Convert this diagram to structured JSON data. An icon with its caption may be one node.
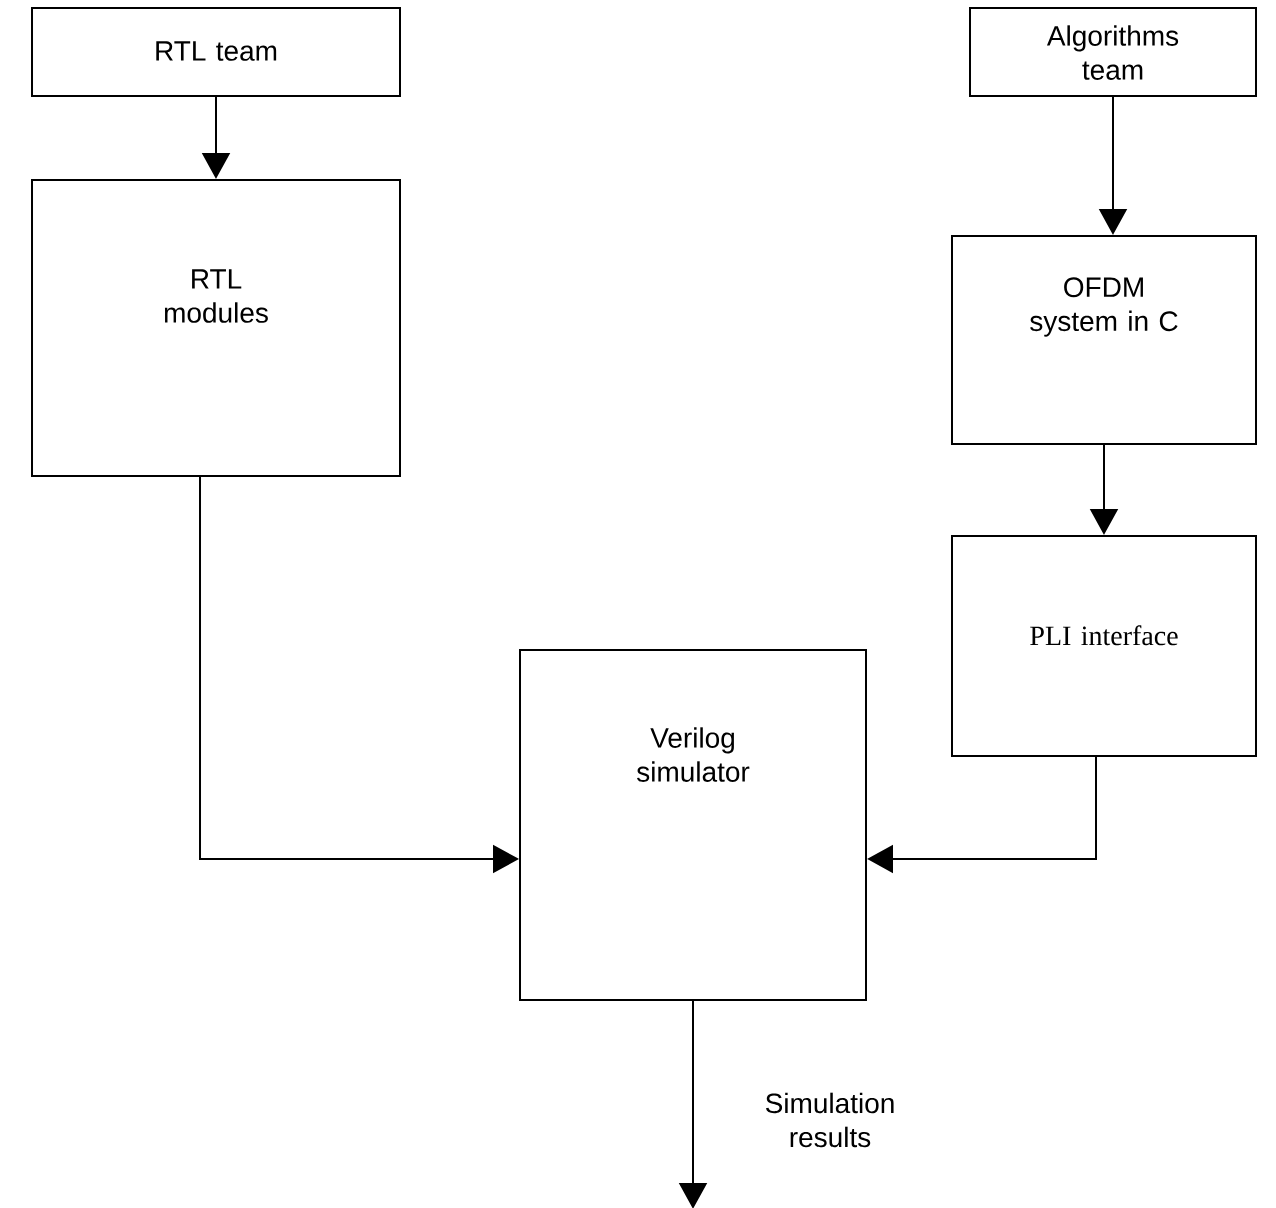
{
  "diagram": {
    "nodes": [
      {
        "text": [
          "RTL team"
        ]
      },
      {
        "text": [
          "RTL modules"
        ]
      },
      {
        "text": [
          "Algorithms team"
        ]
      },
      {
        "text": [
          "OFDM system in C"
        ]
      },
      {
        "text": [
          "PLI interface"
        ]
      },
      {
        "text": [
          "Verilog simulator"
        ]
      }
    ],
    "edges": [
      {
        "from": 0,
        "to": 1,
        "arrow": "to"
      },
      {
        "from": 2,
        "to": 3,
        "arrow": "to"
      },
      {
        "from": 3,
        "to": 4,
        "arrow": "to"
      },
      {
        "from": 1,
        "to": 5,
        "arrow": "to"
      },
      {
        "from": 4,
        "to": 5,
        "arrow": "to"
      },
      {
        "from": 5,
        "to": null,
        "arrow": "to"
      }
    ],
    "labels": [
      "Simulation results"
    ]
  }
}
